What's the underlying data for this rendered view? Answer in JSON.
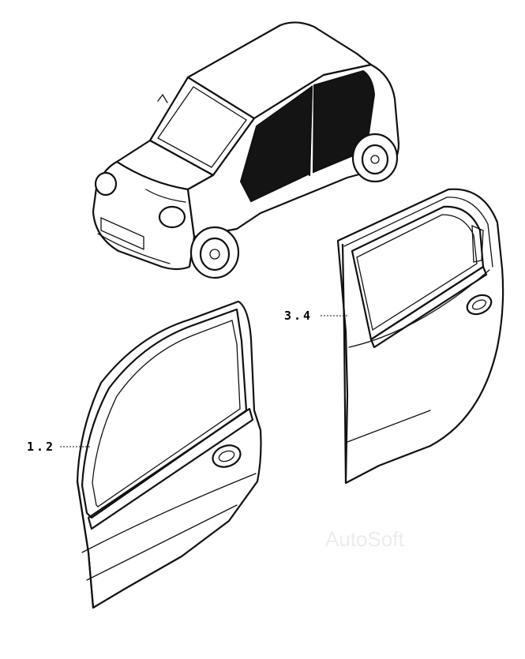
{
  "diagram": {
    "callouts": [
      {
        "id": "front-doors",
        "label": "1.2"
      },
      {
        "id": "rear-doors",
        "label": "3.4"
      }
    ],
    "watermark": "AutoSoft",
    "icons": [
      "car-overview-illustration",
      "front-door-illustration",
      "rear-door-illustration"
    ]
  }
}
